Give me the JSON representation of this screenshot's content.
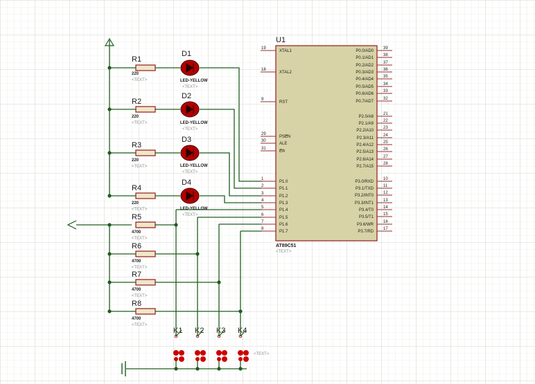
{
  "mcu": {
    "ref": "U1",
    "part": "AT89C51",
    "text": "<TEXT>",
    "left_pins": [
      {
        "num": "19",
        "label": "XTAL1"
      },
      {
        "num": "18",
        "label": "XTAL2"
      },
      {
        "num": "9",
        "label": "RST"
      },
      {
        "num": "29",
        "label": "PSEN"
      },
      {
        "num": "30",
        "label": "ALE"
      },
      {
        "num": "31",
        "label": "EA"
      },
      {
        "num": "1",
        "label": "P1.0"
      },
      {
        "num": "2",
        "label": "P1.1"
      },
      {
        "num": "3",
        "label": "P1.2"
      },
      {
        "num": "4",
        "label": "P1.3"
      },
      {
        "num": "5",
        "label": "P1.4"
      },
      {
        "num": "6",
        "label": "P1.5"
      },
      {
        "num": "7",
        "label": "P1.6"
      },
      {
        "num": "8",
        "label": "P1.7"
      }
    ],
    "right_pins": [
      {
        "num": "39",
        "label": "P0.0/AD0"
      },
      {
        "num": "38",
        "label": "P0.1/AD1"
      },
      {
        "num": "37",
        "label": "P0.2/AD2"
      },
      {
        "num": "36",
        "label": "P0.3/AD3"
      },
      {
        "num": "35",
        "label": "P0.4/AD4"
      },
      {
        "num": "34",
        "label": "P0.5/AD5"
      },
      {
        "num": "33",
        "label": "P0.6/AD6"
      },
      {
        "num": "32",
        "label": "P0.7/AD7"
      },
      {
        "num": "21",
        "label": "P2.0/A8"
      },
      {
        "num": "22",
        "label": "P2.1/A9"
      },
      {
        "num": "23",
        "label": "P2.2/A10"
      },
      {
        "num": "24",
        "label": "P2.3/A11"
      },
      {
        "num": "25",
        "label": "P2.4/A12"
      },
      {
        "num": "26",
        "label": "P2.5/A13"
      },
      {
        "num": "27",
        "label": "P2.6/A14"
      },
      {
        "num": "28",
        "label": "P2.7/A15"
      },
      {
        "num": "10",
        "label": "P3.0/RXD"
      },
      {
        "num": "11",
        "label": "P3.1/TXD"
      },
      {
        "num": "12",
        "label": "P3.2/INT0"
      },
      {
        "num": "13",
        "label": "P3.3/INT1"
      },
      {
        "num": "14",
        "label": "P3.4/T0"
      },
      {
        "num": "15",
        "label": "P3.5/T1"
      },
      {
        "num": "16",
        "label": "P3.6/WR"
      },
      {
        "num": "17",
        "label": "P3.7/RD"
      }
    ]
  },
  "resistors": [
    {
      "ref": "R1",
      "value": "220",
      "text": "<TEXT>"
    },
    {
      "ref": "R2",
      "value": "220",
      "text": "<TEXT>"
    },
    {
      "ref": "R3",
      "value": "220",
      "text": "<TEXT>"
    },
    {
      "ref": "R4",
      "value": "220",
      "text": "<TEXT>"
    },
    {
      "ref": "R5",
      "value": "4700",
      "text": "<TEXT>"
    },
    {
      "ref": "R6",
      "value": "4700",
      "text": "<TEXT>"
    },
    {
      "ref": "R7",
      "value": "4700",
      "text": "<TEXT>"
    },
    {
      "ref": "R8",
      "value": "4700",
      "text": "<TEXT>"
    }
  ],
  "leds": [
    {
      "ref": "D1",
      "part": "LED-YELLOW",
      "text": "<TEXT>"
    },
    {
      "ref": "D2",
      "part": "LED-YELLOW",
      "text": "<TEXT>"
    },
    {
      "ref": "D3",
      "part": "LED-YELLOW",
      "text": "<TEXT>"
    },
    {
      "ref": "D4",
      "part": "LED-YELLOW",
      "text": "<TEXT>"
    }
  ],
  "switches": [
    {
      "ref": "K1"
    },
    {
      "ref": "K2"
    },
    {
      "ref": "K3"
    },
    {
      "ref": "K4"
    }
  ],
  "switch_text": "<TEXT>",
  "colors": {
    "background": "#ffffff",
    "grid": "#d9ddd4",
    "wire": "#1d5d1d",
    "component": "#9a2a2a",
    "ic_fill": "#d8d3a6",
    "resistor_fill": "#efe6c8",
    "led_fill": "#b10000",
    "pin_dot": "#cc0000"
  }
}
